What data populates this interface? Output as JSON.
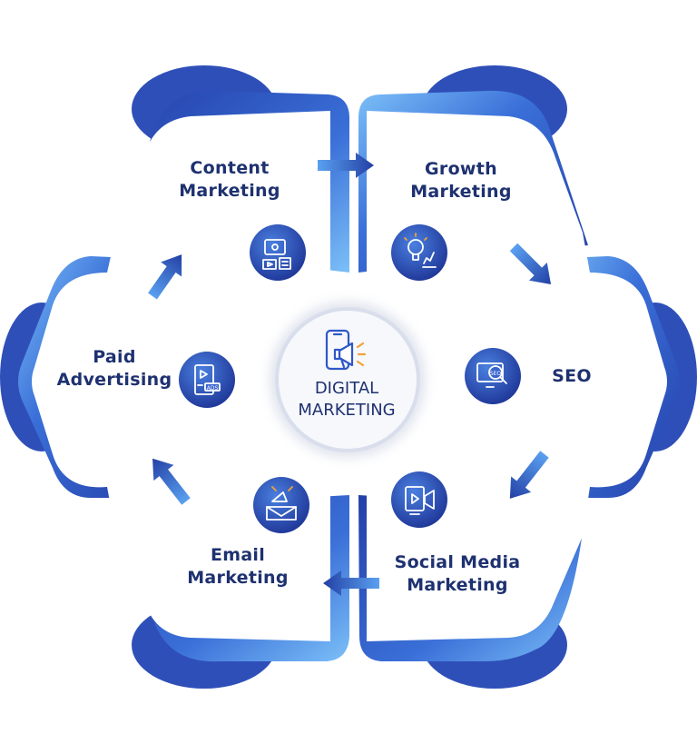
{
  "center": {
    "line1": "DIGITAL",
    "line2": "MARKETING",
    "icon": "megaphone-phone-icon"
  },
  "segments": [
    {
      "id": "content",
      "line1": "Content",
      "line2": "Marketing",
      "icon": "content-creation-icon"
    },
    {
      "id": "growth",
      "line1": "Growth",
      "line2": "Marketing",
      "icon": "lightbulb-growth-icon"
    },
    {
      "id": "seo",
      "line1": "SEO",
      "line2": "",
      "icon": "seo-monitor-icon"
    },
    {
      "id": "social",
      "line1": "Social Media",
      "line2": "Marketing",
      "icon": "video-megaphone-icon"
    },
    {
      "id": "email",
      "line1": "Email",
      "line2": "Marketing",
      "icon": "email-megaphone-icon"
    },
    {
      "id": "paid",
      "line1": "Paid",
      "line2": "Advertising",
      "icon": "ads-tablet-icon"
    }
  ],
  "colors": {
    "primary_dark": "#1e3a9e",
    "primary_light": "#6ab0f5",
    "text": "#1e3170"
  }
}
